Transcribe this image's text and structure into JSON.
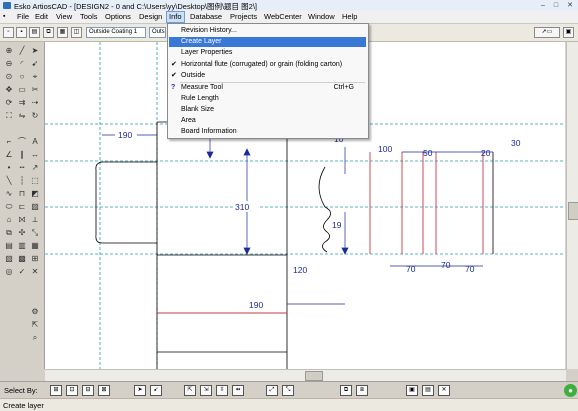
{
  "window": {
    "title": "Esko ArtiosCAD - [DESIGN2 - 0 and C:\\Users\\yy\\Desktop\\图例\\题目 图2\\]",
    "minimize": "–",
    "maximize": "□",
    "close": "✕"
  },
  "menubar": [
    "File",
    "Edit",
    "View",
    "Tools",
    "Options",
    "Design",
    "Info",
    "Database",
    "Projects",
    "WebCenter",
    "Window",
    "Help"
  ],
  "toolbar": {
    "outside_coating": "Outside Coating 1",
    "layer_field": "Outsi"
  },
  "info_menu": {
    "items": [
      {
        "label": "Revision History...",
        "shortcut": "",
        "checked": false,
        "highlighted": false
      },
      {
        "label": "Create Layer",
        "shortcut": "",
        "checked": false,
        "highlighted": true
      },
      {
        "label": "Layer Properties",
        "shortcut": "",
        "checked": false,
        "highlighted": false
      },
      {
        "label": "Horizontal flute (corrugated) or grain (folding carton)",
        "shortcut": "",
        "checked": true,
        "highlighted": false
      },
      {
        "label": "Outside",
        "shortcut": "",
        "checked": true,
        "highlighted": false
      },
      {
        "label": "Measure Tool",
        "shortcut": "Ctrl+G",
        "checked": false,
        "highlighted": false
      },
      {
        "label": "Rule Length",
        "shortcut": "",
        "checked": false,
        "highlighted": false
      },
      {
        "label": "Blank Size",
        "shortcut": "",
        "checked": false,
        "highlighted": false
      },
      {
        "label": "Area",
        "shortcut": "",
        "checked": false,
        "highlighted": false
      },
      {
        "label": "Board Information",
        "shortcut": "",
        "checked": false,
        "highlighted": false
      }
    ]
  },
  "dimensions": {
    "d190_top": "190",
    "d310": "310",
    "d100": "100",
    "d50": "50",
    "d20": "20",
    "d30": "30",
    "d10": "10",
    "d19": "19",
    "d120": "120",
    "d190_bottom": "190",
    "d70_a": "70",
    "d70_b": "70",
    "d70_c": "70"
  },
  "bottom": {
    "select_by_label": "Select By:"
  },
  "status": {
    "text": "Create layer"
  },
  "colors": {
    "dimension": "#1d2a9c",
    "crease": "#c8383f",
    "cut": "#000000",
    "guide": "#2a9bb0",
    "menu_highlight": "#3a78d8"
  }
}
